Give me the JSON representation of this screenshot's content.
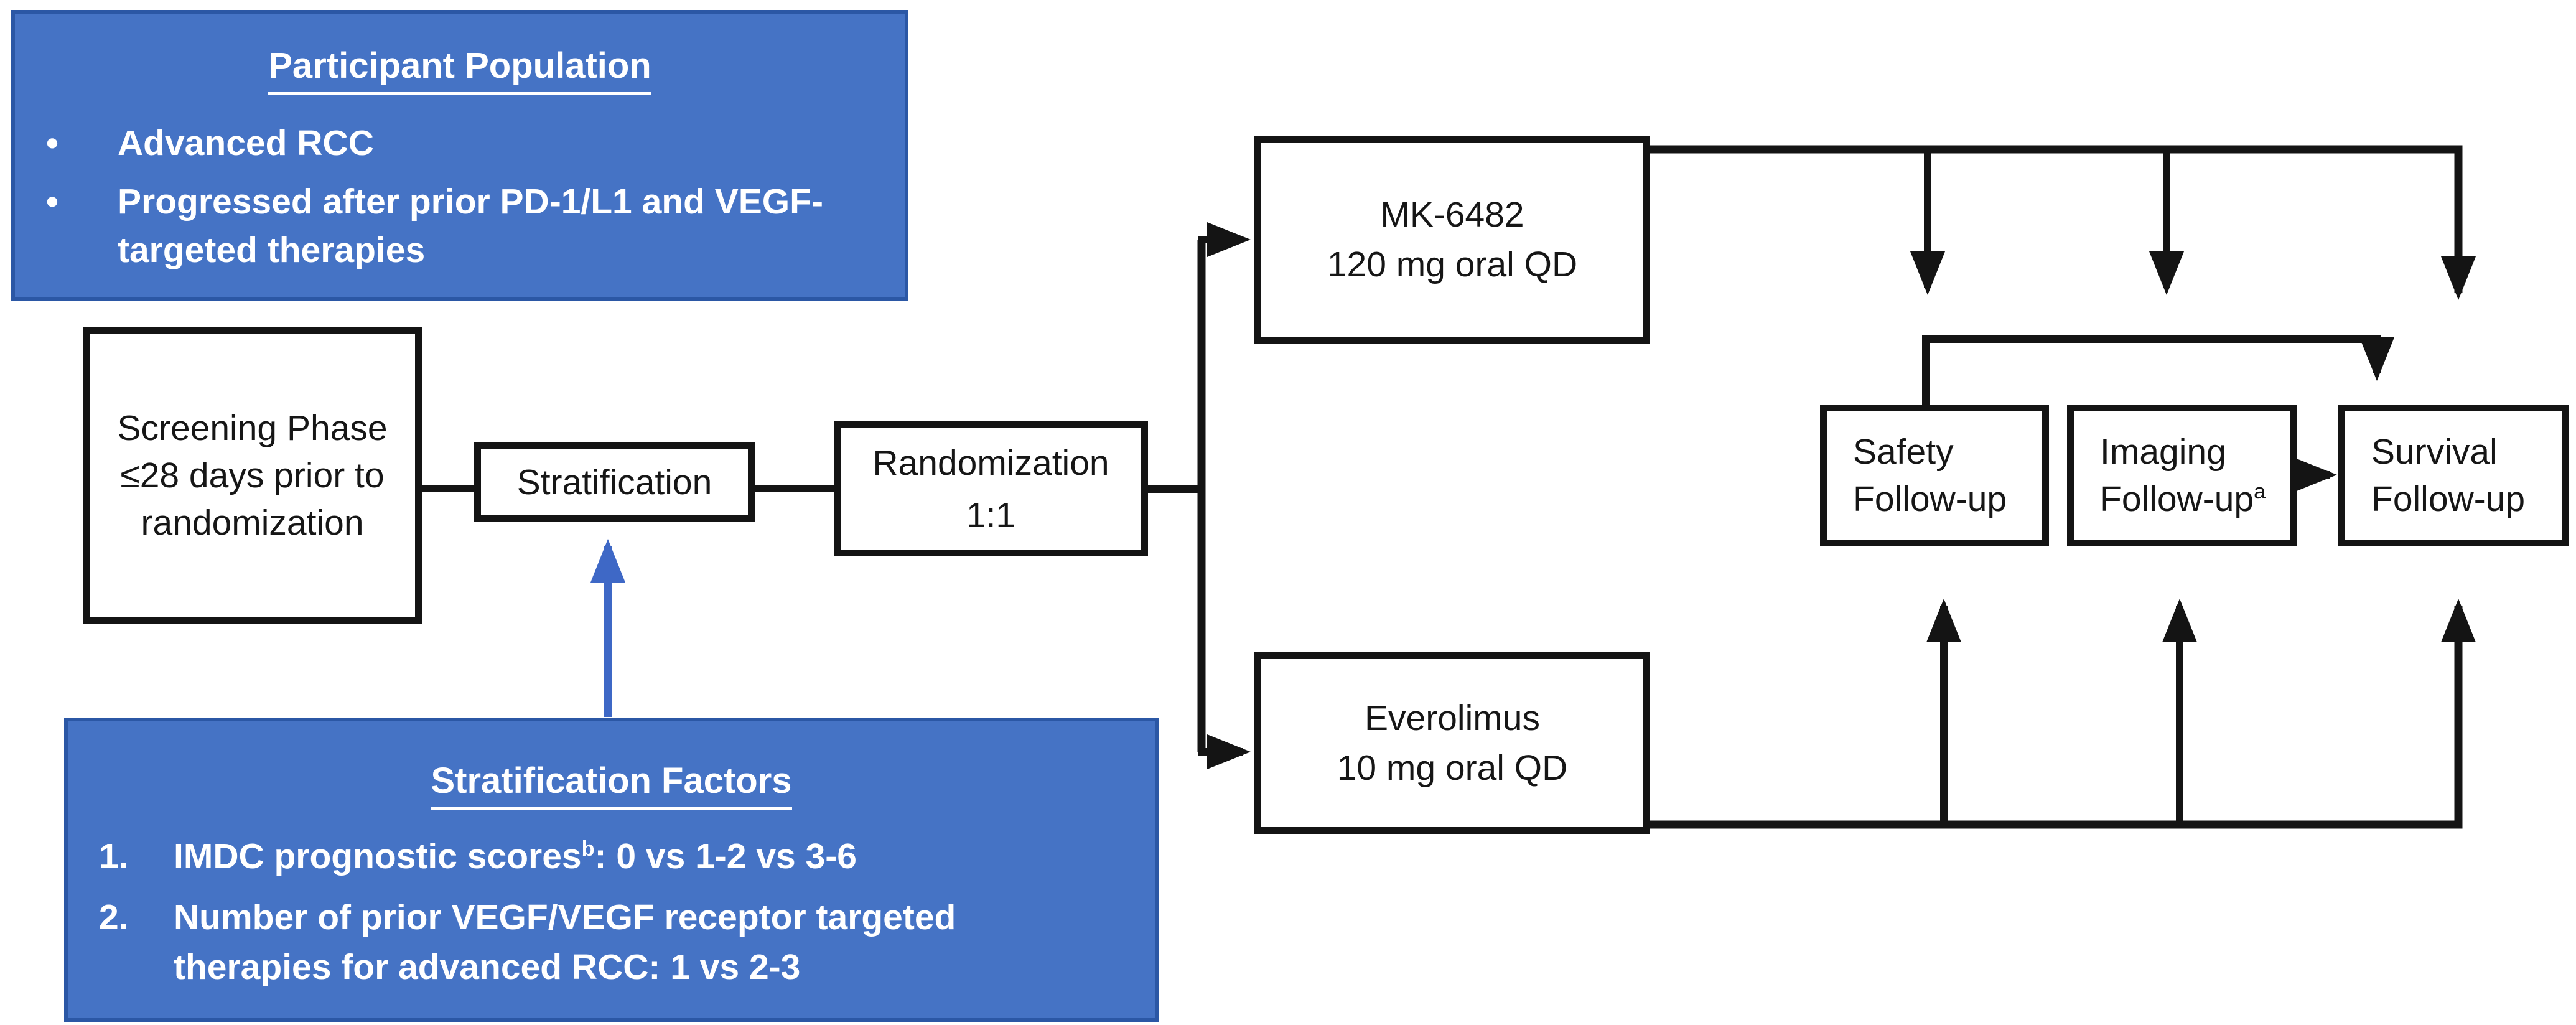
{
  "diagram": {
    "participant_population": {
      "title": "Participant Population",
      "bullets": [
        "Advanced RCC",
        "Progressed after prior PD-1/L1 and VEGF-targeted therapies"
      ]
    },
    "screening": {
      "lines": [
        "Screening Phase",
        "≤28 days prior to",
        "randomization"
      ]
    },
    "stratification": {
      "label": "Stratification"
    },
    "randomization": {
      "lines": [
        "Randomization",
        "1:1"
      ]
    },
    "arm_mk6482": {
      "lines": [
        "MK-6482",
        "120 mg oral QD"
      ]
    },
    "arm_everolimus": {
      "lines": [
        "Everolimus",
        "10 mg oral QD"
      ]
    },
    "safety_followup": {
      "lines": [
        "Safety",
        "Follow-up"
      ]
    },
    "imaging_followup": {
      "line1": "Imaging",
      "line2": "Follow-up",
      "superscript": "a"
    },
    "survival_followup": {
      "lines": [
        "Survival",
        "Follow-up"
      ]
    },
    "stratification_factors": {
      "title": "Stratification Factors",
      "items": [
        {
          "pre": "IMDC prognostic scores",
          "sup": "b",
          "post": ": 0 vs 1-2 vs 3-6"
        },
        {
          "pre": "Number of prior VEGF/VEGF receptor targeted therapies for advanced RCC: 1 vs 2-3",
          "sup": "",
          "post": ""
        }
      ]
    },
    "colors": {
      "blue_fill": "#4573c5",
      "blue_border": "#2b57a5",
      "arrow_blue": "#3e68c6",
      "line_black": "#141414"
    }
  }
}
